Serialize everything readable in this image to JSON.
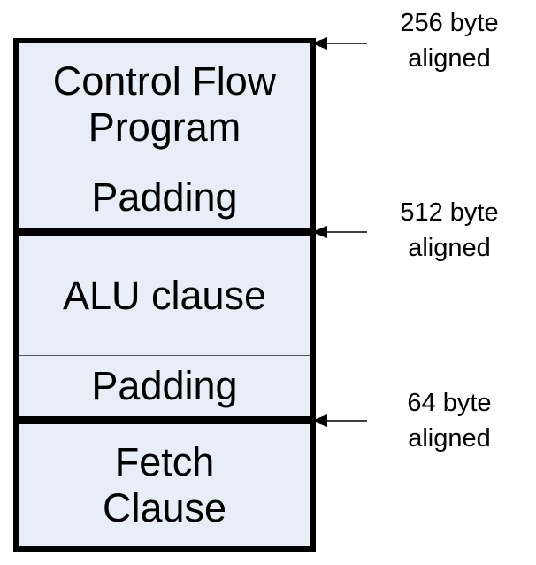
{
  "diagram": {
    "blocks": [
      {
        "label": "Control Flow\nProgram"
      },
      {
        "label": "Padding"
      },
      {
        "label": "ALU clause"
      },
      {
        "label": "Padding"
      },
      {
        "label": "Fetch\nClause"
      }
    ],
    "alignments": [
      {
        "label": "256 byte\naligned"
      },
      {
        "label": "512 byte\naligned"
      },
      {
        "label": "64 byte\naligned"
      }
    ],
    "colors": {
      "block_fill": "#e8eef7",
      "border": "#000000"
    }
  }
}
